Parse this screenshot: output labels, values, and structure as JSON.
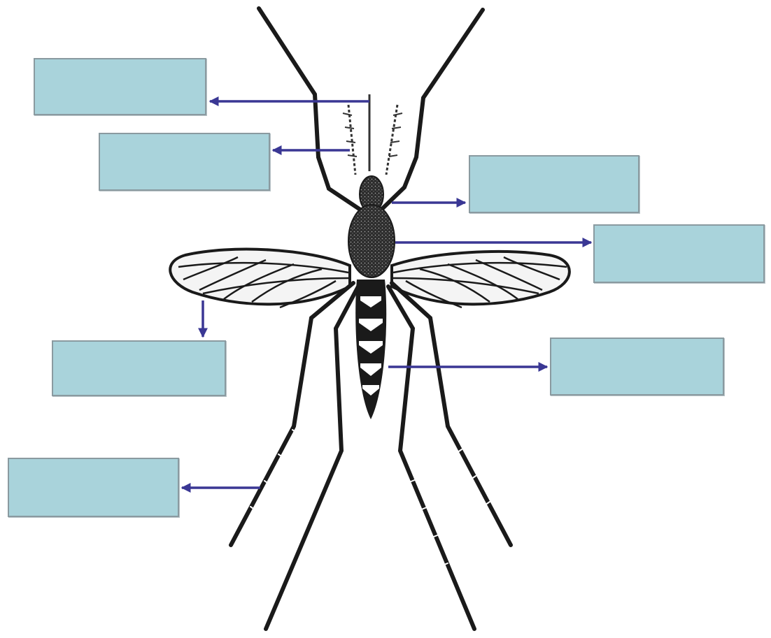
{
  "colors": {
    "box_fill": "#a9d3db",
    "box_border": "#8a9aa0",
    "arrow": "#3a3794",
    "ink": "#1a1a1a"
  },
  "icons": [
    "arrow-left-icon",
    "arrow-right-icon",
    "arrow-down-icon"
  ],
  "labels": [
    {
      "id": "top-left-1",
      "text": ""
    },
    {
      "id": "top-left-2",
      "text": ""
    },
    {
      "id": "right-1",
      "text": ""
    },
    {
      "id": "right-2",
      "text": ""
    },
    {
      "id": "left-wing",
      "text": ""
    },
    {
      "id": "right-abdomen",
      "text": ""
    },
    {
      "id": "bottom-left",
      "text": ""
    }
  ]
}
